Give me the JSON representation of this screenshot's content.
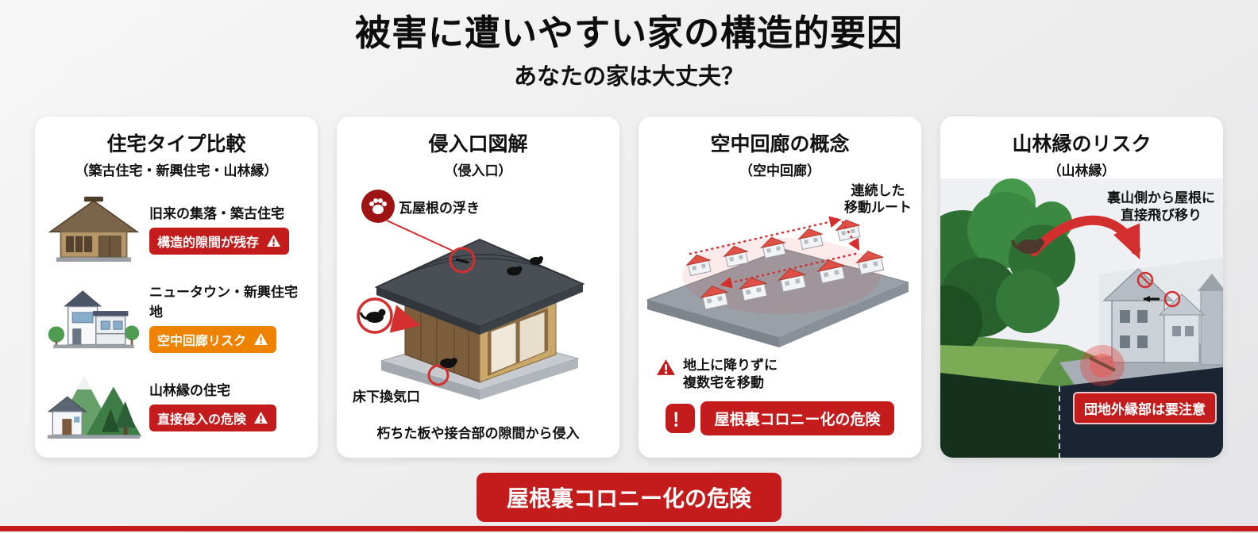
{
  "page": {
    "title": "被害に遭いやすい家の構造的要因",
    "subtitle": "あなたの家は大丈夫？"
  },
  "colors": {
    "red": "#c41c1c",
    "orange": "#ef8200",
    "dark_red": "#9e1414",
    "accent_red": "#d32f2f"
  },
  "cards": {
    "housing_types": {
      "title": "住宅タイプ比較",
      "subtitle": "（築古住宅・新興住宅・山林縁）",
      "rows": [
        {
          "label": "旧来の集落・築古住宅",
          "badge": "構造的隙間が残存",
          "badge_color": "#c41c1c",
          "icon": "old-village-house"
        },
        {
          "label": "ニュータウン・新興住宅地",
          "badge": "空中回廊リスク",
          "badge_color": "#ef8200",
          "icon": "new-town-house"
        },
        {
          "label": "山林縁の住宅",
          "badge": "直接侵入の危険",
          "badge_color": "#c41c1c",
          "icon": "forest-edge-house"
        }
      ]
    },
    "entry_points": {
      "title": "侵入口図解",
      "subtitle": "（侵入口）",
      "roof_label": "瓦屋根の浮き",
      "vent_label": "床下換気口",
      "caption": "朽ちた板や接合部の隙間から侵入"
    },
    "aerial_corridor": {
      "title": "空中回廊の概念",
      "subtitle": "（空中回廊）",
      "route_label": "連続した\n移動ルート",
      "warning": "地上に降りずに\n複数宅を移動",
      "exclamation": "！",
      "badge": "屋根裏コロニー化の危険"
    },
    "forest_edge": {
      "title": "山林縁のリスク",
      "subtitle": "（山林縁）",
      "jump_label": "裏山側から屋根に\n直接飛び移り",
      "badge": "団地外縁部は要注意"
    }
  },
  "footer": {
    "banner": "屋根裏コロニー化の危険"
  }
}
